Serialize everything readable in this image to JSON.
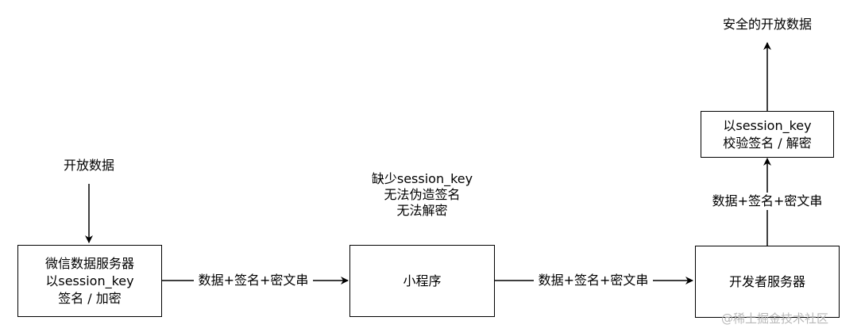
{
  "nodes": {
    "wechat_server": {
      "lines": [
        "微信数据服务器",
        "以session_key",
        "签名 / 加密"
      ]
    },
    "mini_program": {
      "lines": [
        "小程序"
      ]
    },
    "developer_server": {
      "lines": [
        "开发者服务器"
      ]
    },
    "verify": {
      "lines": [
        "以session_key",
        "校验签名 / 解密"
      ]
    }
  },
  "labels": {
    "open_data_input": "开放数据",
    "safe_open_data": "安全的开放数据",
    "edge_wechat_to_mini": "数据+签名+密文串",
    "edge_mini_to_dev": "数据+签名+密文串",
    "edge_dev_to_verify": "数据+签名+密文串"
  },
  "note": {
    "lines": [
      "缺少session_key",
      "无法伪造签名",
      "无法解密"
    ]
  },
  "watermark": "@稀土掘金技术社区"
}
